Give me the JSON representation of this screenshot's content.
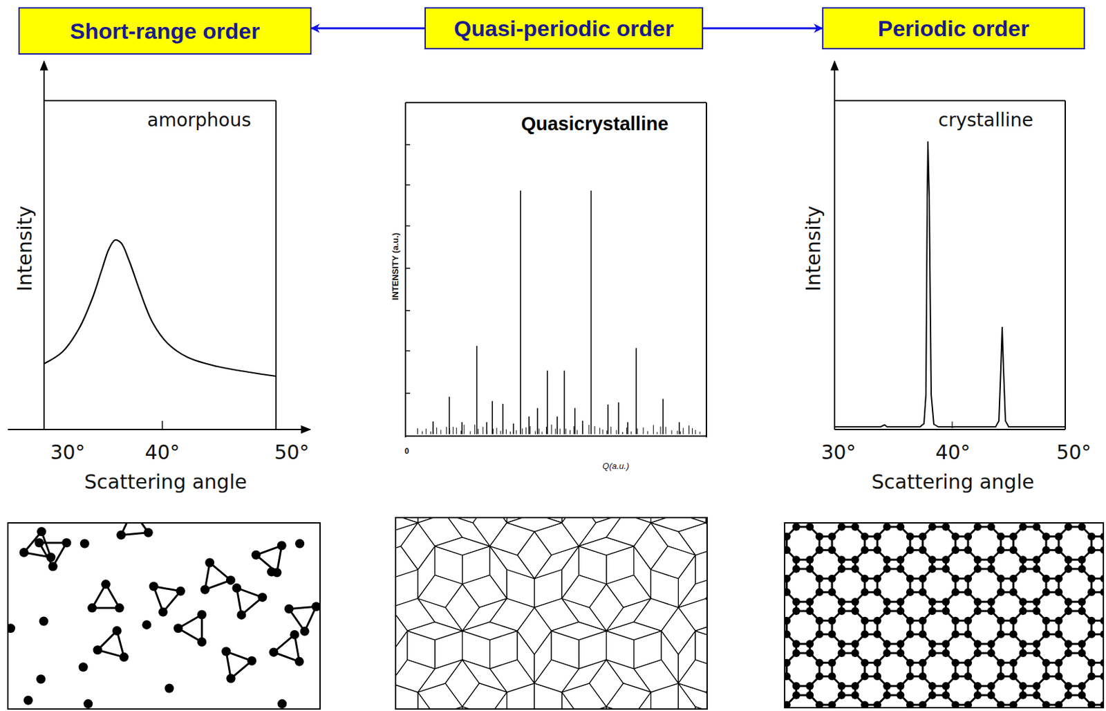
{
  "diagram": {
    "nodes": [
      {
        "text": [
          "Short-range order"
        ]
      },
      {
        "text": [
          "Quasi-periodic order"
        ]
      },
      {
        "text": [
          "Periodic order"
        ]
      }
    ],
    "edges": [
      {
        "from": 1,
        "to": 0,
        "arrow": "to"
      },
      {
        "from": 1,
        "to": 2,
        "arrow": "to"
      }
    ],
    "labels": [
      "amorphous",
      "Intensity",
      "30°",
      "40°",
      "50°",
      "Scattering angle",
      "Quasicrystalline",
      "INTENSITY (a.u.)",
      "0",
      "Q(a.u.)",
      "crystalline",
      "Intensity",
      "30°",
      "40°",
      "50°",
      "Scattering angle"
    ]
  }
}
